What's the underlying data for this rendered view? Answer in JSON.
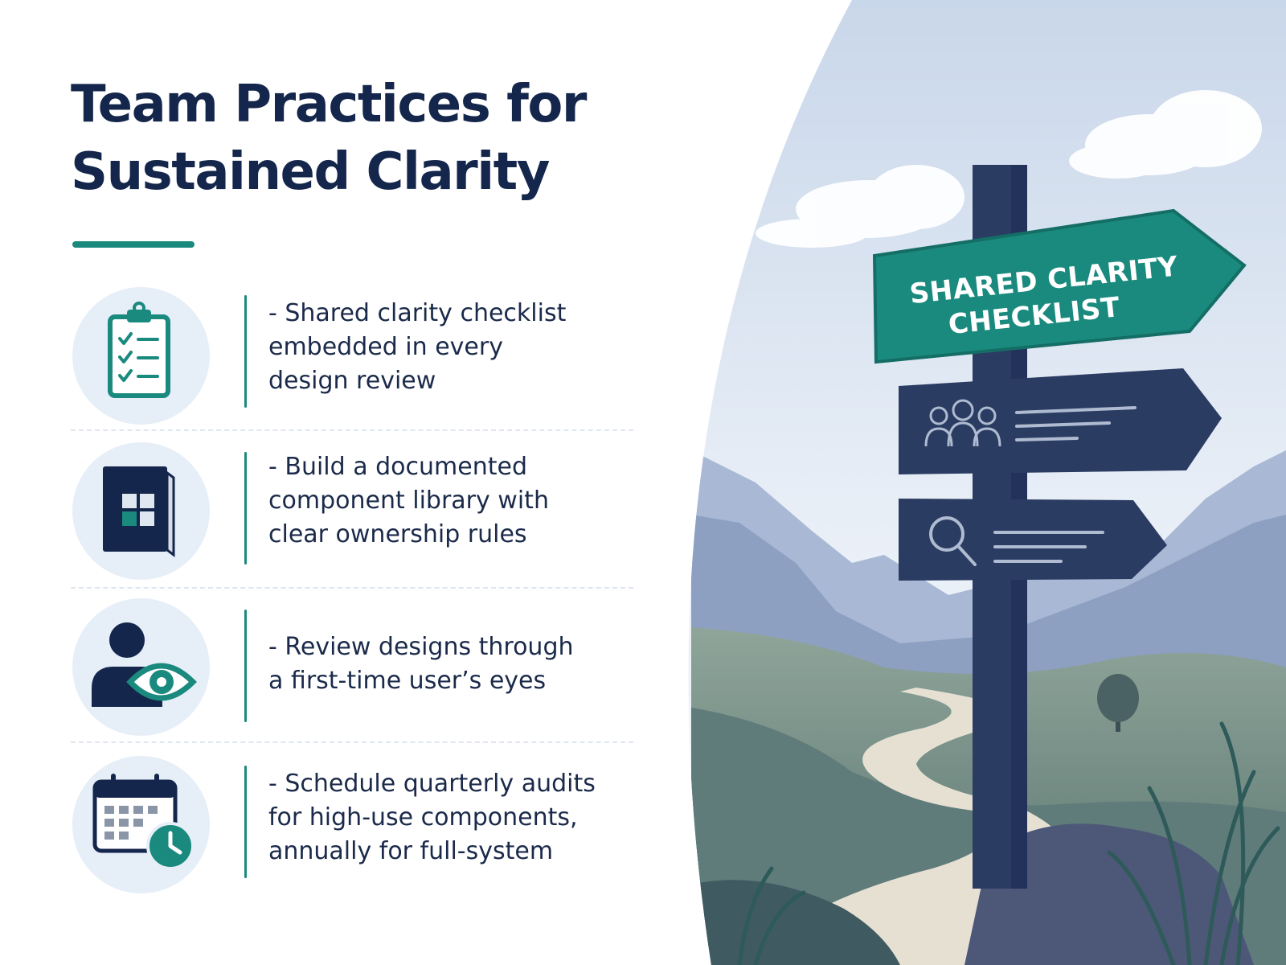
{
  "header": {
    "title_line1": "Team Practices for",
    "title_line2": "Sustained Clarity"
  },
  "practices": [
    {
      "icon": "clipboard-checklist-icon",
      "text": "- Shared clarity checklist\n  embedded in every\n  design review"
    },
    {
      "icon": "component-book-icon",
      "text": "- Build a documented\n  component library with\n  clear ownership rules"
    },
    {
      "icon": "user-eye-icon",
      "text": "- Review designs through\n  a first-time user’s eyes"
    },
    {
      "icon": "calendar-clock-icon",
      "text": "- Schedule quarterly audits\n  for high-use components,\n  annually for full-system"
    }
  ],
  "signpost": {
    "sign1_line1": "SHARED CLARITY",
    "sign1_line2": "CHECKLIST",
    "sign2_icon": "team-people-icon",
    "sign3_icon": "magnifier-icon"
  },
  "colors": {
    "navy": "#14264b",
    "teal": "#1a8a7e",
    "sky": "#dbe6f3",
    "icon_circle": "#e6eef8"
  }
}
